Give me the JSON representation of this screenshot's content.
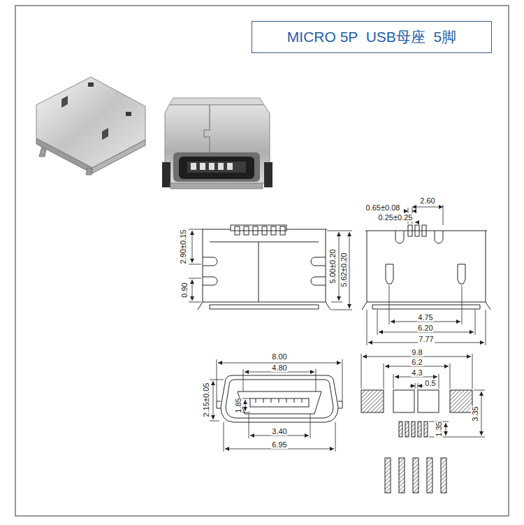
{
  "diagram": {
    "title": "MICRO 5P  USB母座  5脚",
    "labels": [
      "0.65±0.08",
      "2.60",
      "0.25±0.25",
      "2.90±0.15",
      "0.90",
      "5.00±0.20",
      "5.62±0.20",
      "4.75",
      "6.20",
      "7.77",
      "8.00",
      "4.80",
      "2.15±0.05",
      "1.85",
      "3.40",
      "6.95",
      "9.8",
      "6.2",
      "4.3",
      "0.5",
      "3.35",
      "1.35"
    ]
  }
}
